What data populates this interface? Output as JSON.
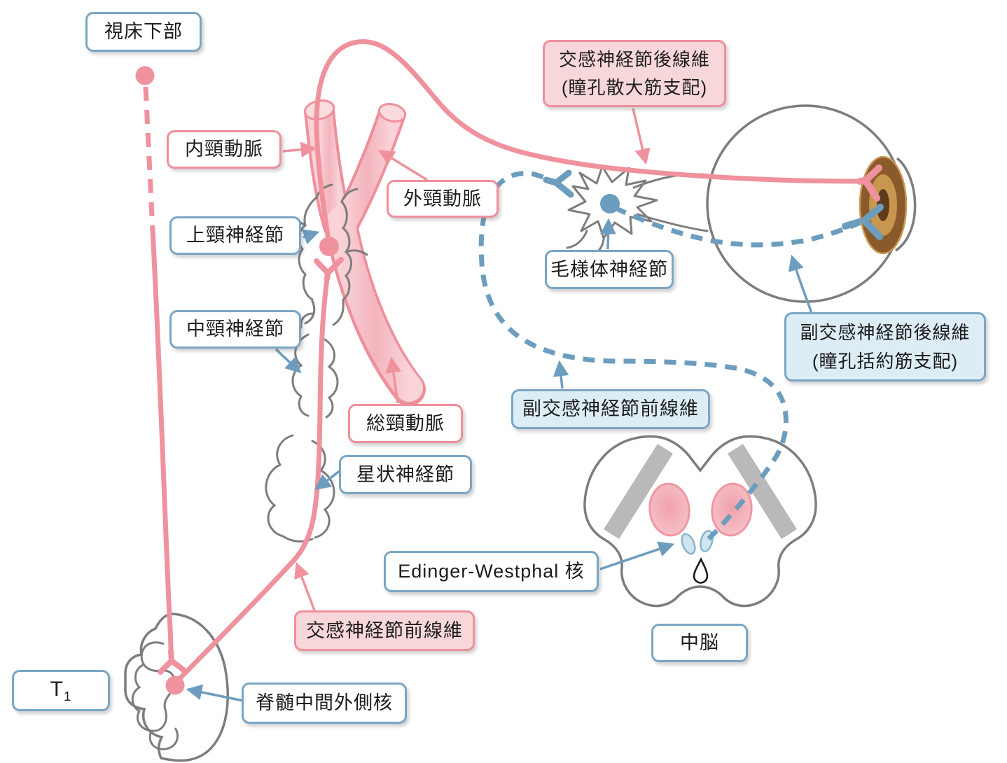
{
  "figure": {
    "title_implicit": "Sympathetic and parasympathetic innervation of the pupil",
    "labels": {
      "hypothalamus": "視床下部",
      "internal_carotid": "内頸動脈",
      "superior_cervical_ganglion": "上頸神経節",
      "external_carotid": "外頸動脈",
      "sympathetic_postganglionic_line1": "交感神経節後線維",
      "sympathetic_postganglionic_line2": "(瞳孔散大筋支配)",
      "ciliary_ganglion": "毛様体神経節",
      "middle_cervical_ganglion": "中頸神経節",
      "common_carotid": "総頸動脈",
      "stellate_ganglion": "星状神経節",
      "parasympathetic_preganglionic": "副交感神経節前線維",
      "parasympathetic_postganglionic_line1": "副交感神経節後線維",
      "parasympathetic_postganglionic_line2": "(瞳孔括約筋支配)",
      "edinger_westphal_nucleus": "Edinger-Westphal 核",
      "sympathetic_preganglionic": "交感神経節前線維",
      "midbrain": "中脳",
      "t1_main": "T",
      "t1_sub": "1",
      "intermediolateral_nucleus": "脊髄中間外側核"
    },
    "colors": {
      "sympathetic_pink": "#ef929d",
      "parasympathetic_blue": "#6d9dbe",
      "artery_stroke": "#ee8f9b",
      "artery_fill": "#f6c3ca",
      "artery_cap_fill": "#f9dbe0",
      "outline_gray": "#7d7d7d",
      "band_gray": "#b9b9b9",
      "pink_box_fill": "#f8d7db",
      "blue_box_fill": "#ddedf5",
      "pink_box_border": "#ee8f9b",
      "blue_box_border": "#7aa6c5",
      "iris_outer": "#8a5a2b",
      "iris_rim": "#c89a55",
      "iris_mid": "#c8964e",
      "pupil": "#5f3b1e",
      "red_nucleus_fill": "#f3acb5",
      "red_nucleus_stroke": "#f097a2",
      "ew_fill": "#cfe6f0",
      "ew_stroke": "#8ab4ce"
    }
  }
}
